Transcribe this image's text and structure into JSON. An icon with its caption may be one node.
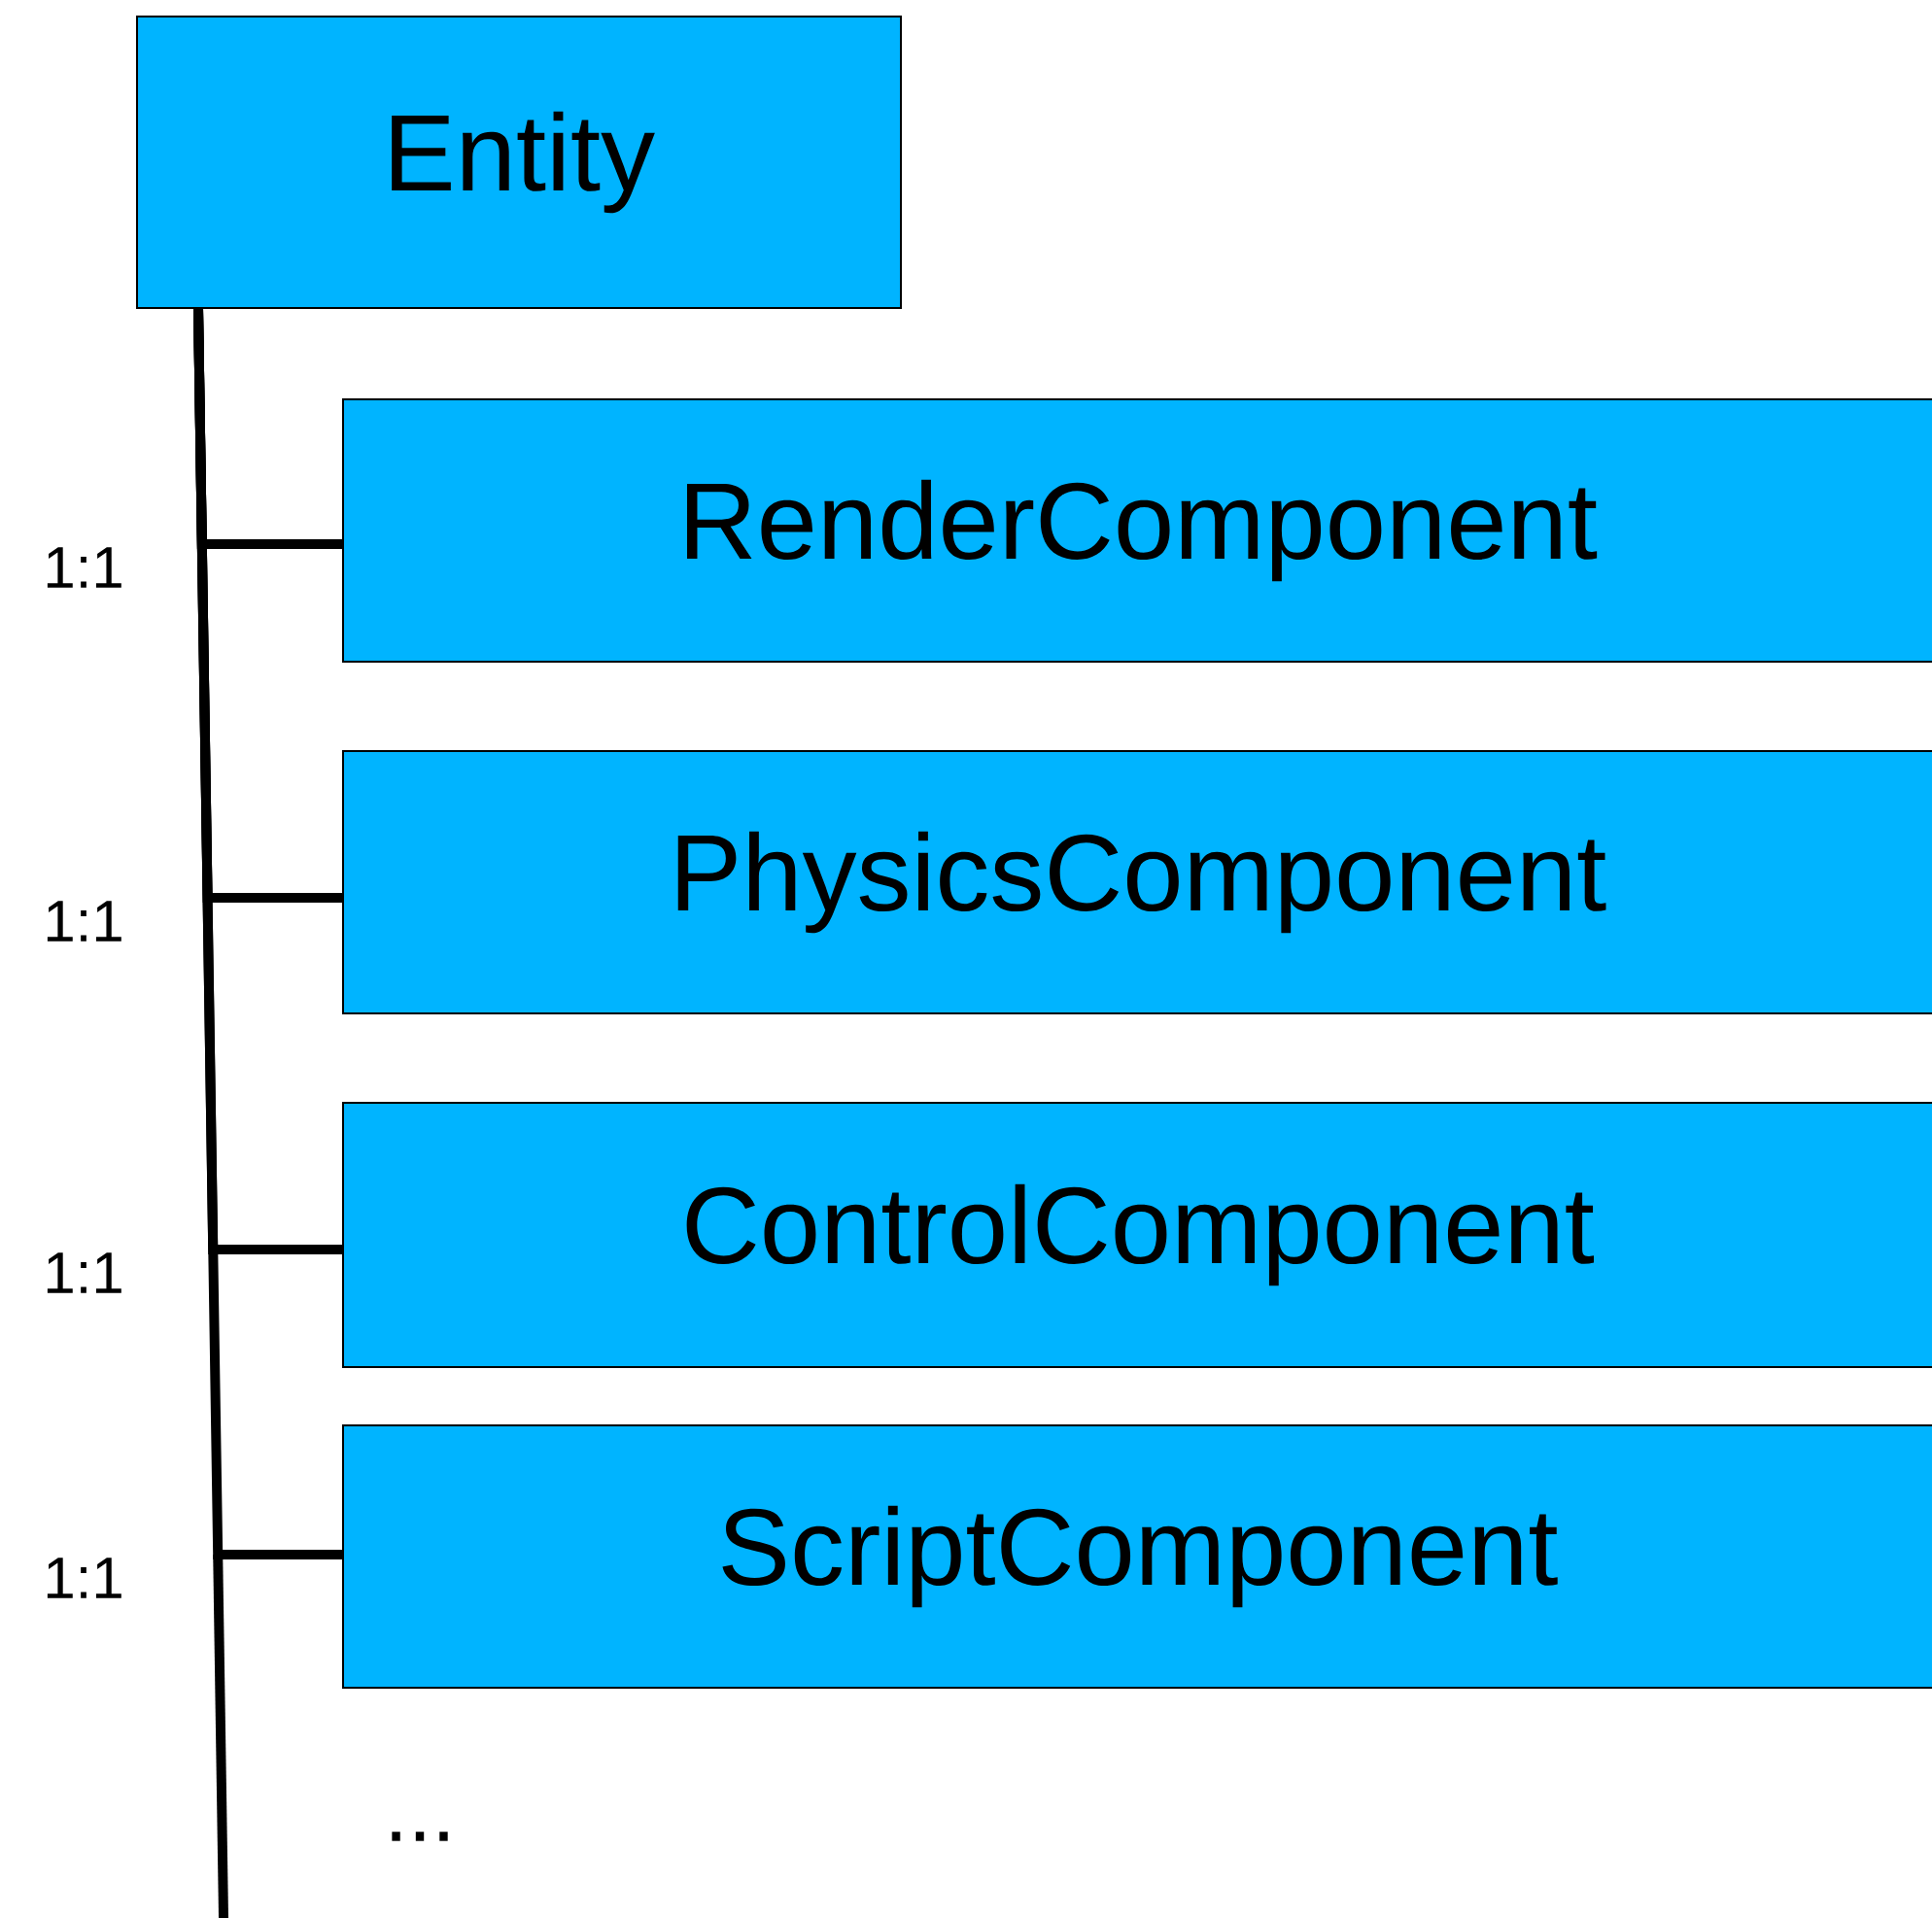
{
  "diagram": {
    "nodes": [
      {
        "text": [
          "Entity"
        ]
      },
      {
        "text": [
          "RenderComponent"
        ]
      },
      {
        "text": [
          "PhysicsComponent"
        ]
      },
      {
        "text": [
          "ControlComponent"
        ]
      },
      {
        "text": [
          "ScriptComponent"
        ]
      }
    ],
    "edges": [
      {
        "from": 0,
        "to": 1,
        "arrow": "none",
        "label": "1:1"
      },
      {
        "from": 0,
        "to": 2,
        "arrow": "none",
        "label": "1:1"
      },
      {
        "from": 0,
        "to": 3,
        "arrow": "none",
        "label": "1:1"
      },
      {
        "from": 0,
        "to": 4,
        "arrow": "none",
        "label": "1:1"
      }
    ],
    "labels": [
      "..."
    ]
  }
}
